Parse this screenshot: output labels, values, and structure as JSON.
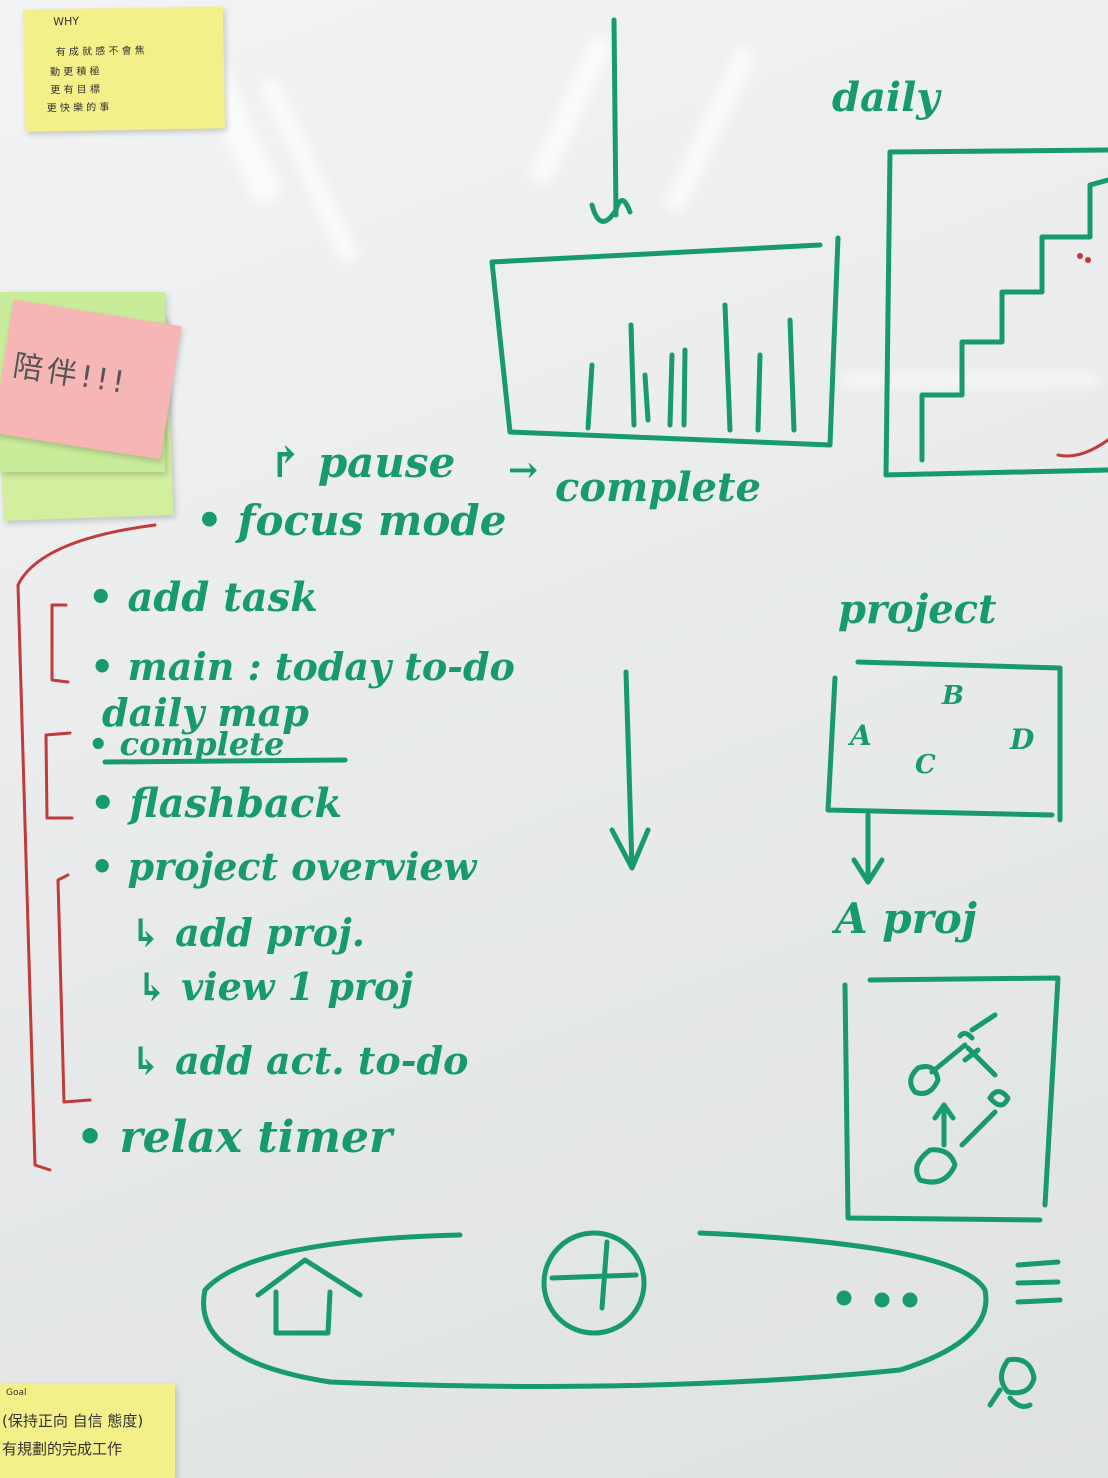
{
  "colors": {
    "board": "#eceeef",
    "green_marker": "#179a6e",
    "red_marker": "#c23a3a",
    "sticky_yellow": "#f3f08a",
    "sticky_green": "#c9ec9a",
    "sticky_pink": "#f6b6b6"
  },
  "sticky_notes": {
    "top_left": {
      "title": "WHY",
      "lines": [
        "有 成 就 感 不 會 焦",
        "動 更 積 極",
        "更 有 目 標",
        "更 快 樂 的 事"
      ]
    },
    "pink": {
      "text": "陪伴!!!"
    },
    "bottom_left": {
      "header": "Goal",
      "lines": [
        "(保持正向 自信 態度)",
        "有規劃的完成工作"
      ]
    }
  },
  "flow": {
    "pause": "↱ pause",
    "arrow_complete": "→",
    "complete": "complete",
    "focus_mode": "• focus mode"
  },
  "feature_list": {
    "add_task": "• add task",
    "main_today": "• main : today to-do",
    "daily_map": "daily map",
    "complete_struck": "• complete",
    "flashback": "• flashback",
    "project_overview": "• project overview",
    "add_proj": "↳ add proj.",
    "view_proj": "↳ view 1 proj",
    "add_act": "↳ add act. to-do",
    "relax_timer": "• relax timer"
  },
  "right_column": {
    "daily": "daily",
    "project": "project",
    "a_proj": "A proj",
    "project_box_labels": [
      "A",
      "B",
      "C",
      "D"
    ]
  },
  "nav_bar": {
    "home_icon": "home-icon",
    "add_icon": "plus-circle-icon",
    "more_icon": "more-dots-icon",
    "menu_icon": "hamburger-menu-icon",
    "chat_icon": "person-chat-icon"
  }
}
